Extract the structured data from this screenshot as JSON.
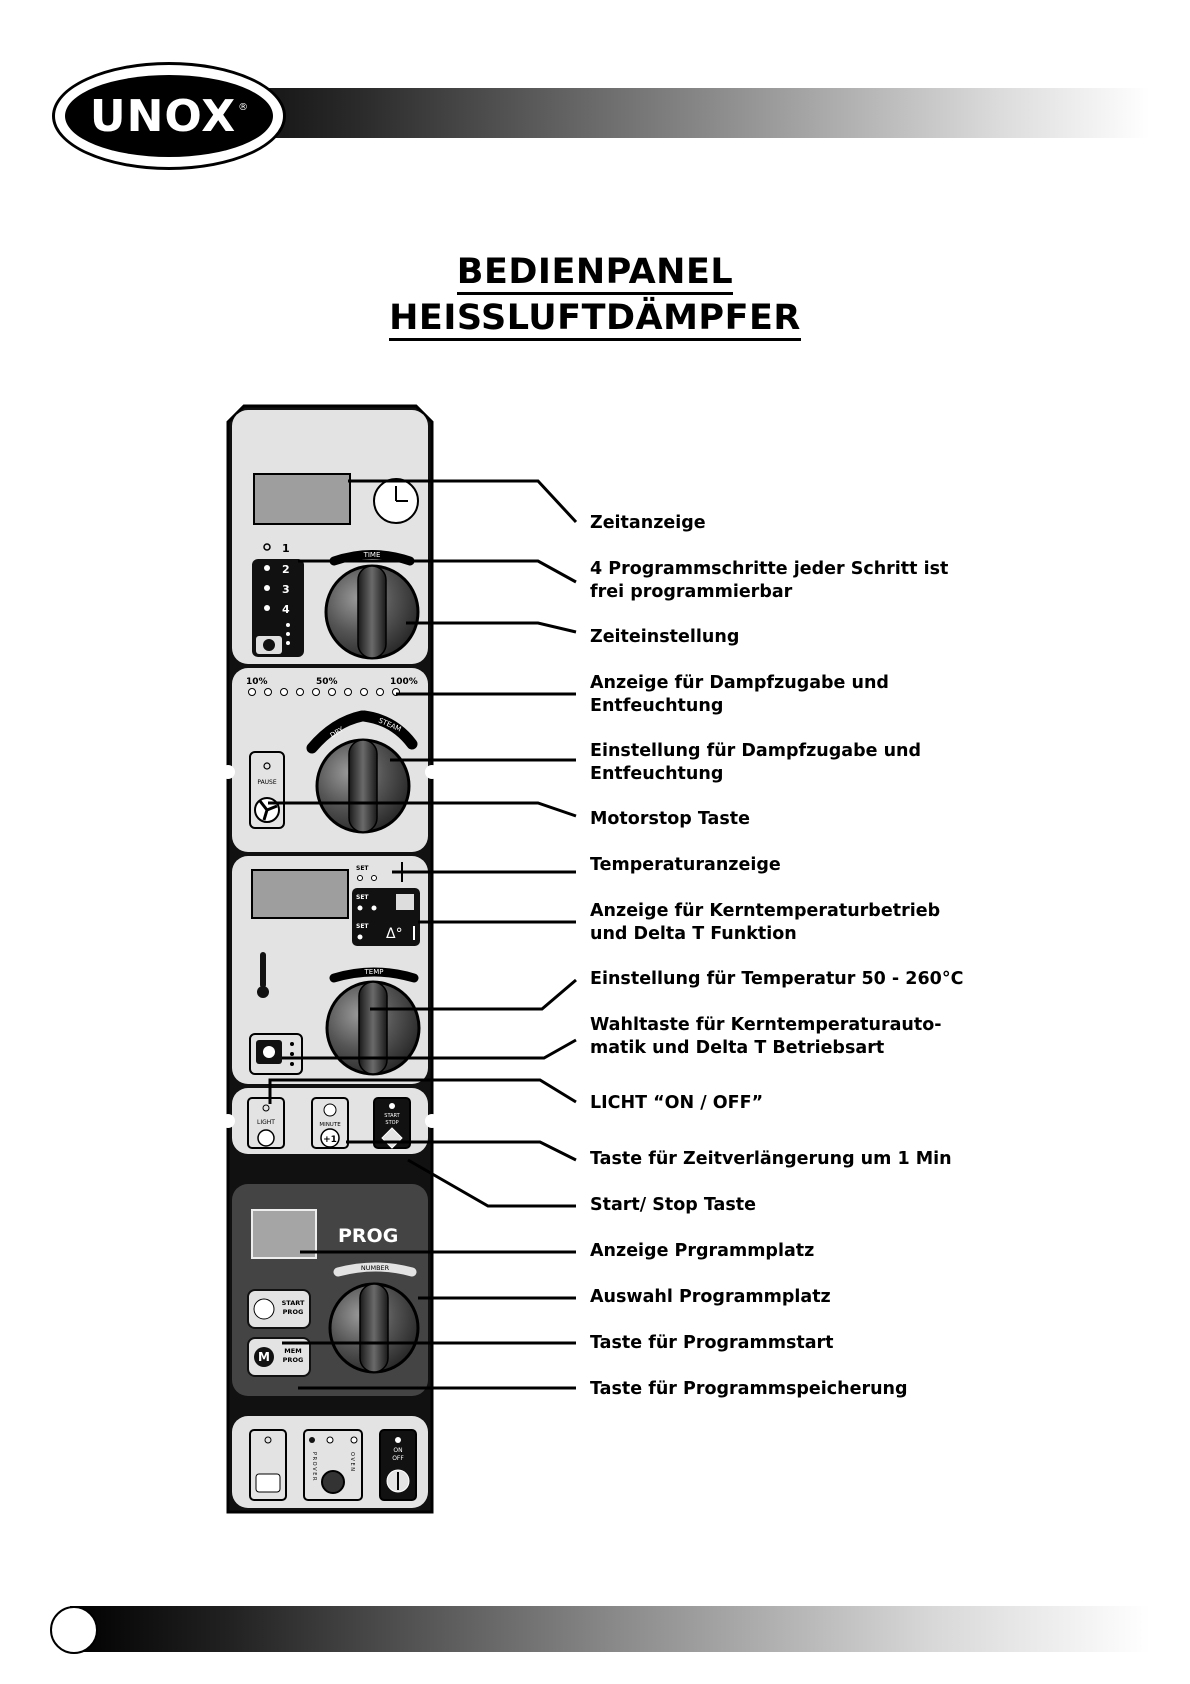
{
  "brand": {
    "logo_text": "UNOX",
    "registered": "®"
  },
  "title": {
    "line1": "BEDIENPANEL",
    "line2": "HEISSLUFTDÄMPFER"
  },
  "panel": {
    "time": {
      "step1": "1",
      "step2": "2",
      "step3": "3",
      "step4": "4",
      "knob_label": "TIME"
    },
    "humidity": {
      "pct10": "10%",
      "pct50": "50%",
      "pct100": "100%",
      "dry": "DRY",
      "steam": "STEAM",
      "pause": "PAUSE"
    },
    "temp": {
      "set": "SET",
      "delta": "Δ°",
      "knob_label": "TEMP"
    },
    "buttons": {
      "light": "LIGHT",
      "minute": "MINUTE",
      "plus1": "+1",
      "start": "START",
      "stop": "STOP"
    },
    "prog": {
      "title": "PROG",
      "number": "NUMBER",
      "start_prog_1": "START",
      "start_prog_2": "PROG",
      "mem": "MEM",
      "mem_prog": "PROG",
      "m": "M"
    },
    "bottom": {
      "prover": "P R O V E R",
      "oven": "O V E N",
      "on": "ON",
      "off": "OFF"
    }
  },
  "labels": [
    {
      "line1": "Zeitanzeige",
      "line2": ""
    },
    {
      "line1": "4 Programmschritte jeder Schritt ist",
      "line2": "frei programmierbar"
    },
    {
      "line1": "Zeiteinstellung",
      "line2": ""
    },
    {
      "line1": "Anzeige für Dampfzugabe und",
      "line2": "Entfeuchtung"
    },
    {
      "line1": "Einstellung für Dampfzugabe und",
      "line2": "Entfeuchtung"
    },
    {
      "line1": "Motorstop Taste",
      "line2": ""
    },
    {
      "line1": "Temperaturanzeige",
      "line2": ""
    },
    {
      "line1": "Anzeige für Kerntemperaturbetrieb",
      "line2": "und Delta T Funktion"
    },
    {
      "line1": "Einstellung für Temperatur 50 - 260°C",
      "line2": ""
    },
    {
      "line1": "Wahltaste für Kerntemperaturauto-",
      "line2": "matik und Delta T Betriebsart"
    },
    {
      "line1": "LICHT “ON / OFF”",
      "line2": ""
    },
    {
      "line1": "Taste für Zeitverlängerung um 1 Min",
      "line2": ""
    },
    {
      "line1": "Start/ Stop Taste",
      "line2": ""
    },
    {
      "line1": "Anzeige Prgrammplatz",
      "line2": ""
    },
    {
      "line1": "Auswahl Programmplatz",
      "line2": ""
    },
    {
      "line1": "Taste für Programmstart",
      "line2": ""
    },
    {
      "line1": "Taste für Programmspeicherung",
      "line2": ""
    }
  ]
}
